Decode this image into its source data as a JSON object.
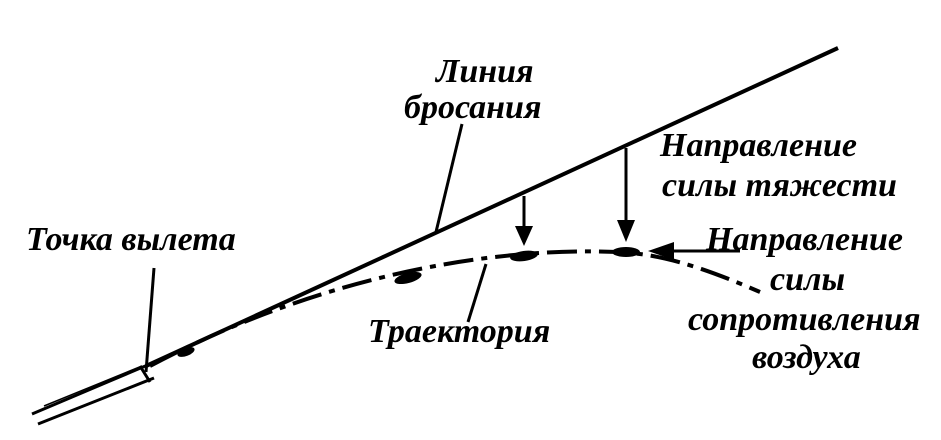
{
  "labels": {
    "launch_point": "Точка вылета",
    "throw_line_1": "Линия",
    "throw_line_2": "бросания",
    "gravity_1": "Направление",
    "gravity_2": "силы тяжести",
    "drag_1": "Направление",
    "drag_2": "силы",
    "drag_3": "сопротивления",
    "drag_4": "воздуха",
    "trajectory": "Траектория"
  },
  "colors": {
    "ink": "#000000",
    "background": "#ffffff"
  }
}
